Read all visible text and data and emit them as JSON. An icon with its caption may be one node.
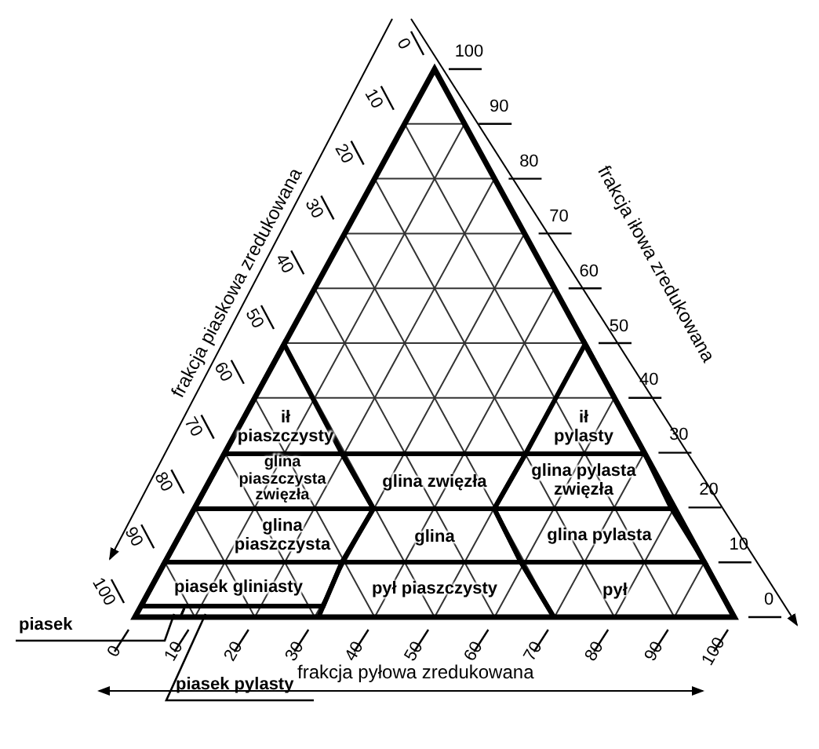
{
  "diagram": {
    "nodes": [
      {
        "text": [
          "ił piaszczysty"
        ]
      },
      {
        "text": [
          "ił pylasty"
        ]
      },
      {
        "text": [
          "glina piaszczysta zwięzła"
        ]
      },
      {
        "text": [
          "glina zwięzła"
        ]
      },
      {
        "text": [
          "glina pylasta zwięzła"
        ]
      },
      {
        "text": [
          "glina piaszczysta"
        ]
      },
      {
        "text": [
          "glina"
        ]
      },
      {
        "text": [
          "glina pylasta"
        ]
      },
      {
        "text": [
          "piasek gliniasty"
        ]
      },
      {
        "text": [
          "pył piaszczysty"
        ]
      },
      {
        "text": [
          "pył"
        ]
      },
      {
        "text": [
          "piasek"
        ]
      },
      {
        "text": [
          "piasek pylasty"
        ]
      },
      {
        "text": [],
        "shape": "bar"
      },
      {
        "text": [],
        "shape": "bar"
      }
    ],
    "edges": [
      {
        "from": 11,
        "to": 13,
        "arrow": "none"
      },
      {
        "from": 12,
        "to": 14,
        "arrow": "none"
      }
    ],
    "labels": [
      "frakcja piaskowa zredukowana",
      "frakcja iłowa zredukowana",
      "0",
      "10",
      "20",
      "30",
      "40",
      "50",
      "60",
      "70",
      "80",
      "90",
      "100",
      "100",
      "90",
      "80",
      "70",
      "60",
      "50",
      "40",
      "30",
      "20",
      "10",
      "0",
      "0",
      "10",
      "20",
      "30",
      "40",
      "50",
      "60",
      "70",
      "80",
      "90",
      "100",
      "frakcja pyłowa zredukowana"
    ]
  }
}
